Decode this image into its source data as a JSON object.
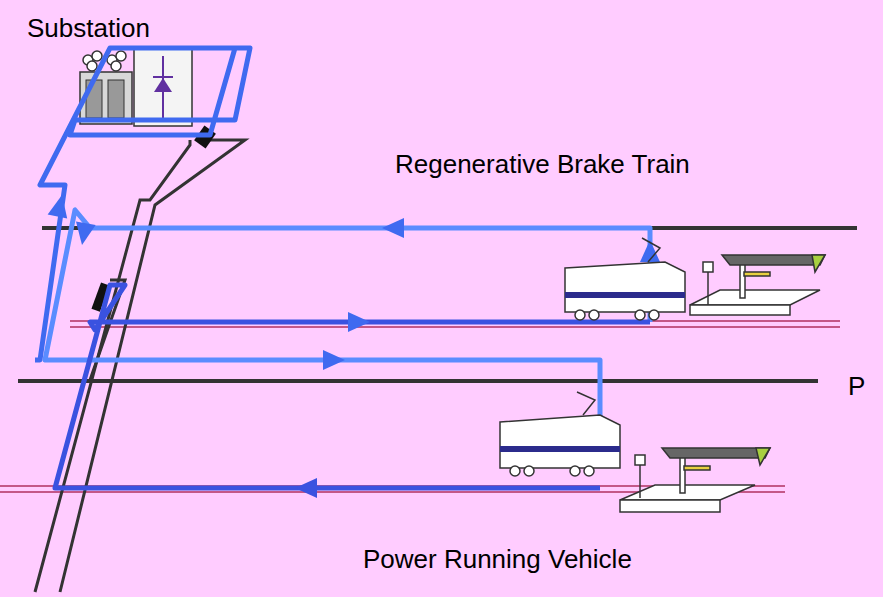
{
  "diagram": {
    "labels": [
      "Substation",
      "Regenerative Brake Train",
      "Power Running Vehicle",
      "P"
    ]
  }
}
